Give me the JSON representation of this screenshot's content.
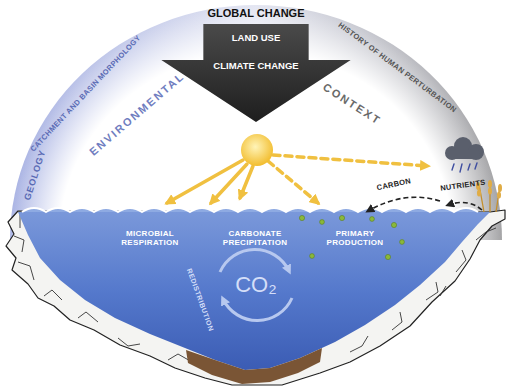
{
  "diagram": {
    "nodes": [
      {
        "text": [
          "GLOBAL CHANGE",
          "LAND USE",
          "CLIMATE CHANGE"
        ]
      }
    ],
    "labels": [
      "GEOLOGY",
      "CATCHMENT AND BASIN MORPHOLOGY",
      "ENVIRONMENTAL",
      "CONTEXT",
      "HISTORY OF HUMAN PERTURBATION",
      "CARBON",
      "NUTRIENTS",
      "MICROBIAL RESPIRATION",
      "CARBONATE PRECIPITATION",
      "PRIMARY PRODUCTION",
      "CO₂",
      "REDISTRIBUTION"
    ]
  }
}
